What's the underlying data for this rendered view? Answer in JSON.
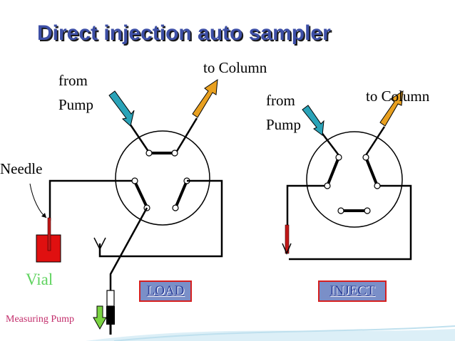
{
  "title": "Direct injection auto sampler",
  "load_view": {
    "from_pump": [
      "from",
      "Pump"
    ],
    "to_column": "to Column",
    "needle": "Needle",
    "vial": "Vial",
    "measuring_pump": "Measuring Pump"
  },
  "inject_view": {
    "from_pump": [
      "from",
      "Pump"
    ],
    "to_column": "to Column"
  },
  "buttons": {
    "load": "LOAD",
    "inject": "INJECT"
  },
  "colors": {
    "title": "#3d4fa6",
    "from_pump_arrow": "#2aa3b8",
    "to_column_arrow": "#e8a020",
    "vial": "#e01010",
    "vial_label": "#5fd35f",
    "measuring_pump_label": "#c32d6b",
    "button_fill": "#7a8fc8",
    "button_border": "#d62020"
  }
}
